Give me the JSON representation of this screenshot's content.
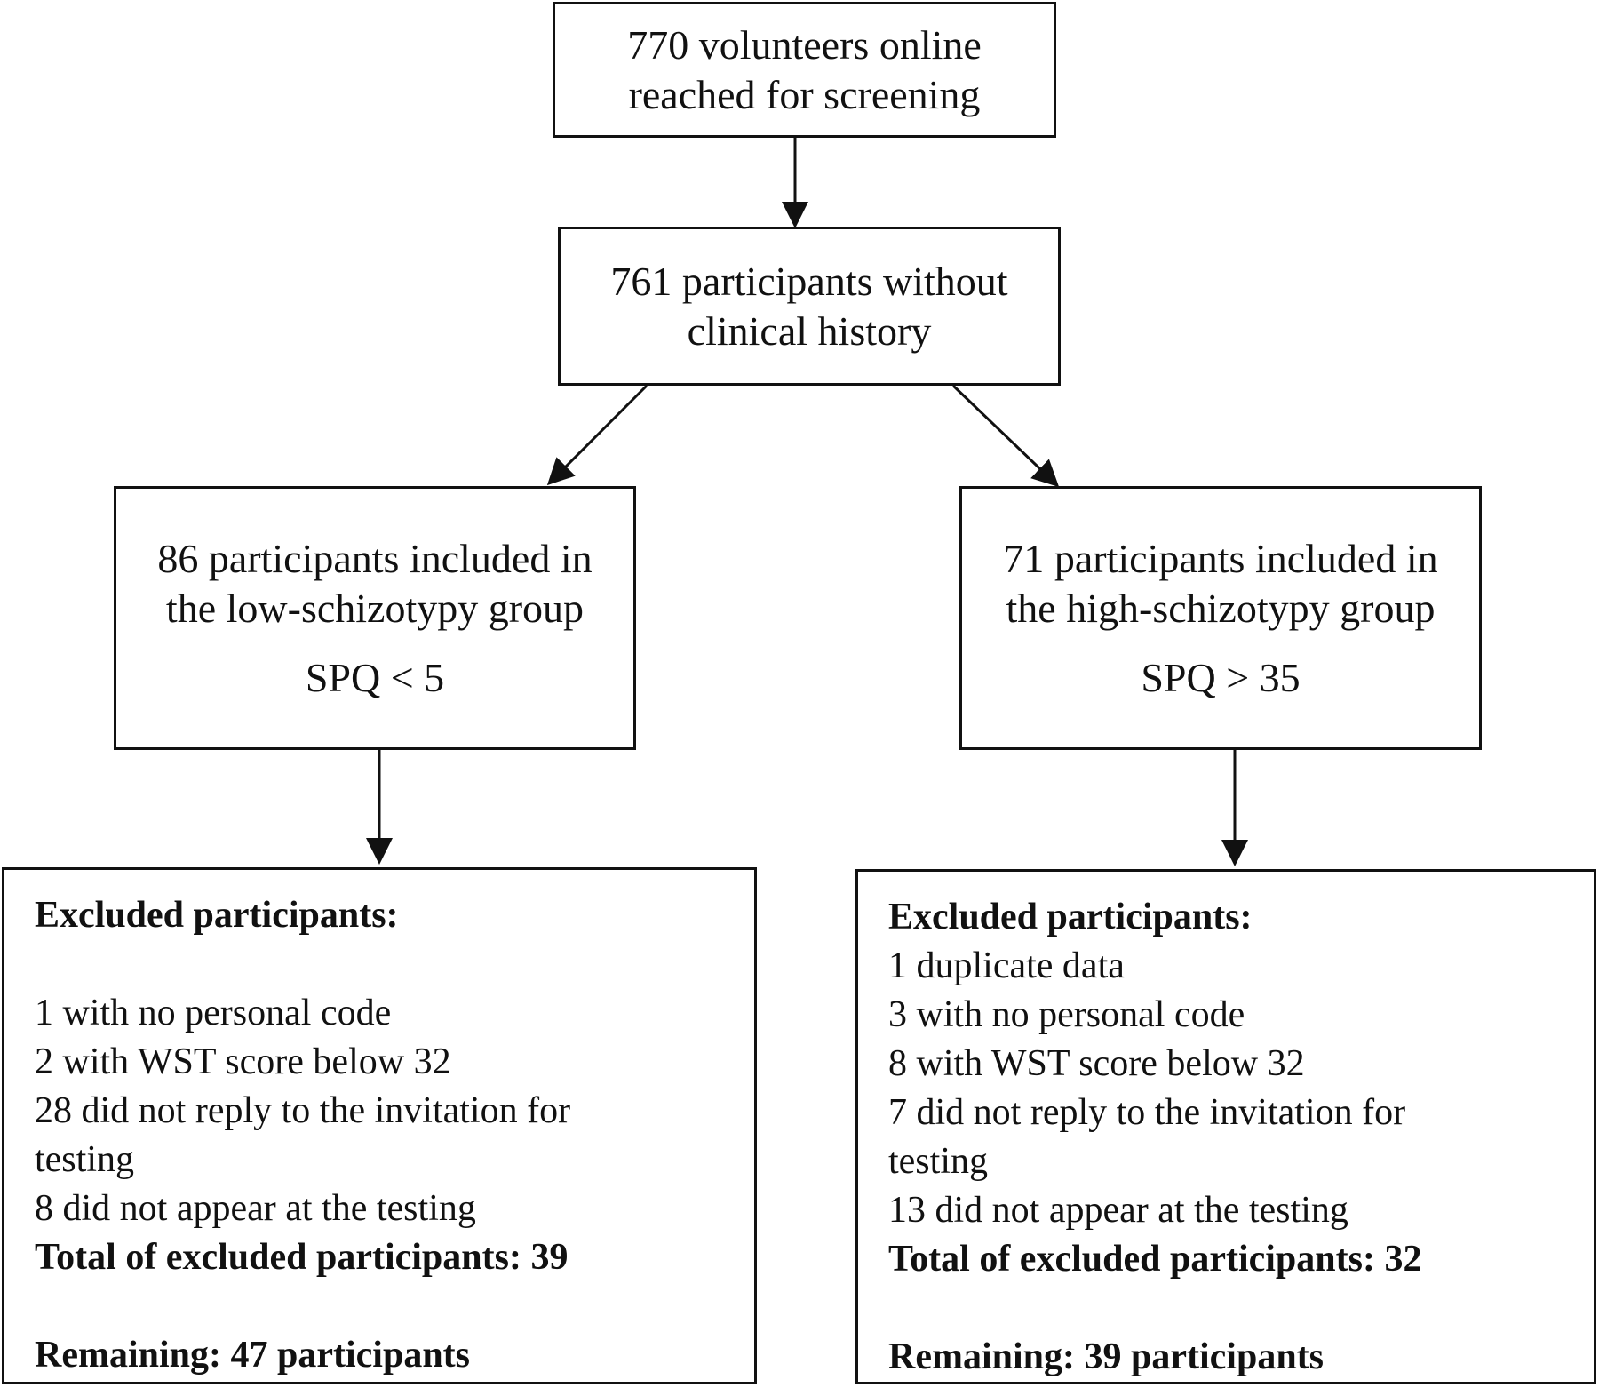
{
  "nodes": {
    "screening": {
      "lines": [
        "770 volunteers online",
        "reached for screening"
      ]
    },
    "no_history": {
      "lines": [
        "761 participants without",
        "clinical history"
      ]
    },
    "low_group": {
      "lines": [
        "86 participants included in",
        "the low-schizotypy group"
      ],
      "criterion": "SPQ < 5"
    },
    "high_group": {
      "lines": [
        "71 participants included in",
        "the high-schizotypy group"
      ],
      "criterion": "SPQ > 35"
    },
    "low_excluded": {
      "heading": "Excluded participants:",
      "items": [
        "1 with no personal code",
        "2 with WST score below 32",
        "28 did not reply to the invitation for",
        "testing",
        "8 did not appear at the testing"
      ],
      "total": "Total of excluded participants: 39",
      "remaining": "Remaining: 47 participants"
    },
    "high_excluded": {
      "heading": "Excluded participants:",
      "items": [
        "1 duplicate data",
        "3 with no personal code",
        "8 with WST score below 32",
        "7 did not reply to the invitation for",
        "testing",
        "13 did not appear at the testing"
      ],
      "total": "Total of excluded participants: 32",
      "remaining": "Remaining: 39 participants"
    }
  },
  "edges": [
    {
      "from": "screening",
      "to": "no_history"
    },
    {
      "from": "no_history",
      "to": "low_group"
    },
    {
      "from": "no_history",
      "to": "high_group"
    },
    {
      "from": "low_group",
      "to": "low_excluded"
    },
    {
      "from": "high_group",
      "to": "high_excluded"
    }
  ]
}
